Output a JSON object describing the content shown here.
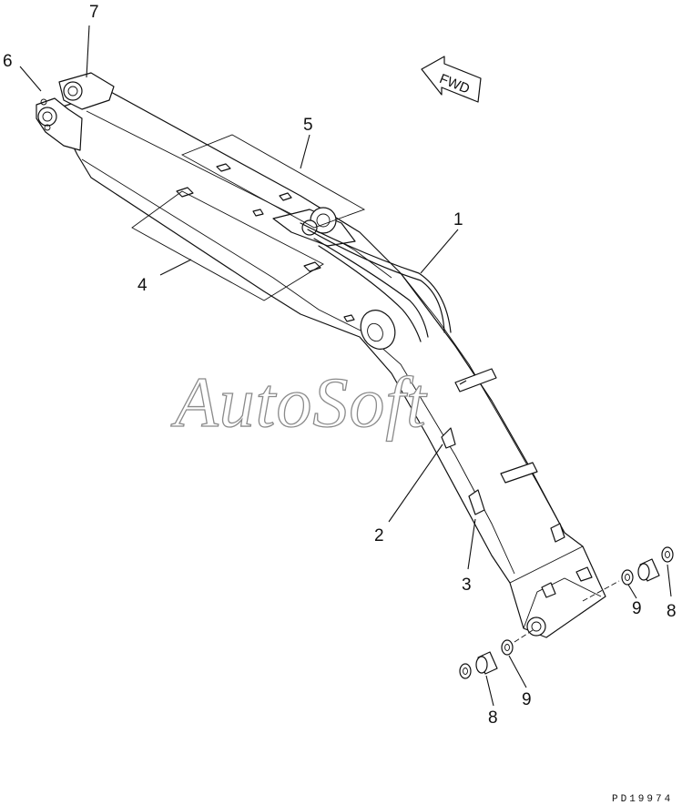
{
  "watermark": "AutoSoft",
  "drawing_number": "PD19974",
  "direction_label": "FWD",
  "callouts": {
    "c1": "1",
    "c2": "2",
    "c3": "3",
    "c4": "4",
    "c5": "5",
    "c6": "6",
    "c7": "7",
    "c8a": "8",
    "c8b": "8",
    "c9a": "9",
    "c9b": "9"
  },
  "icons": {
    "fwd_arrow": "fwd-arrow-icon"
  }
}
